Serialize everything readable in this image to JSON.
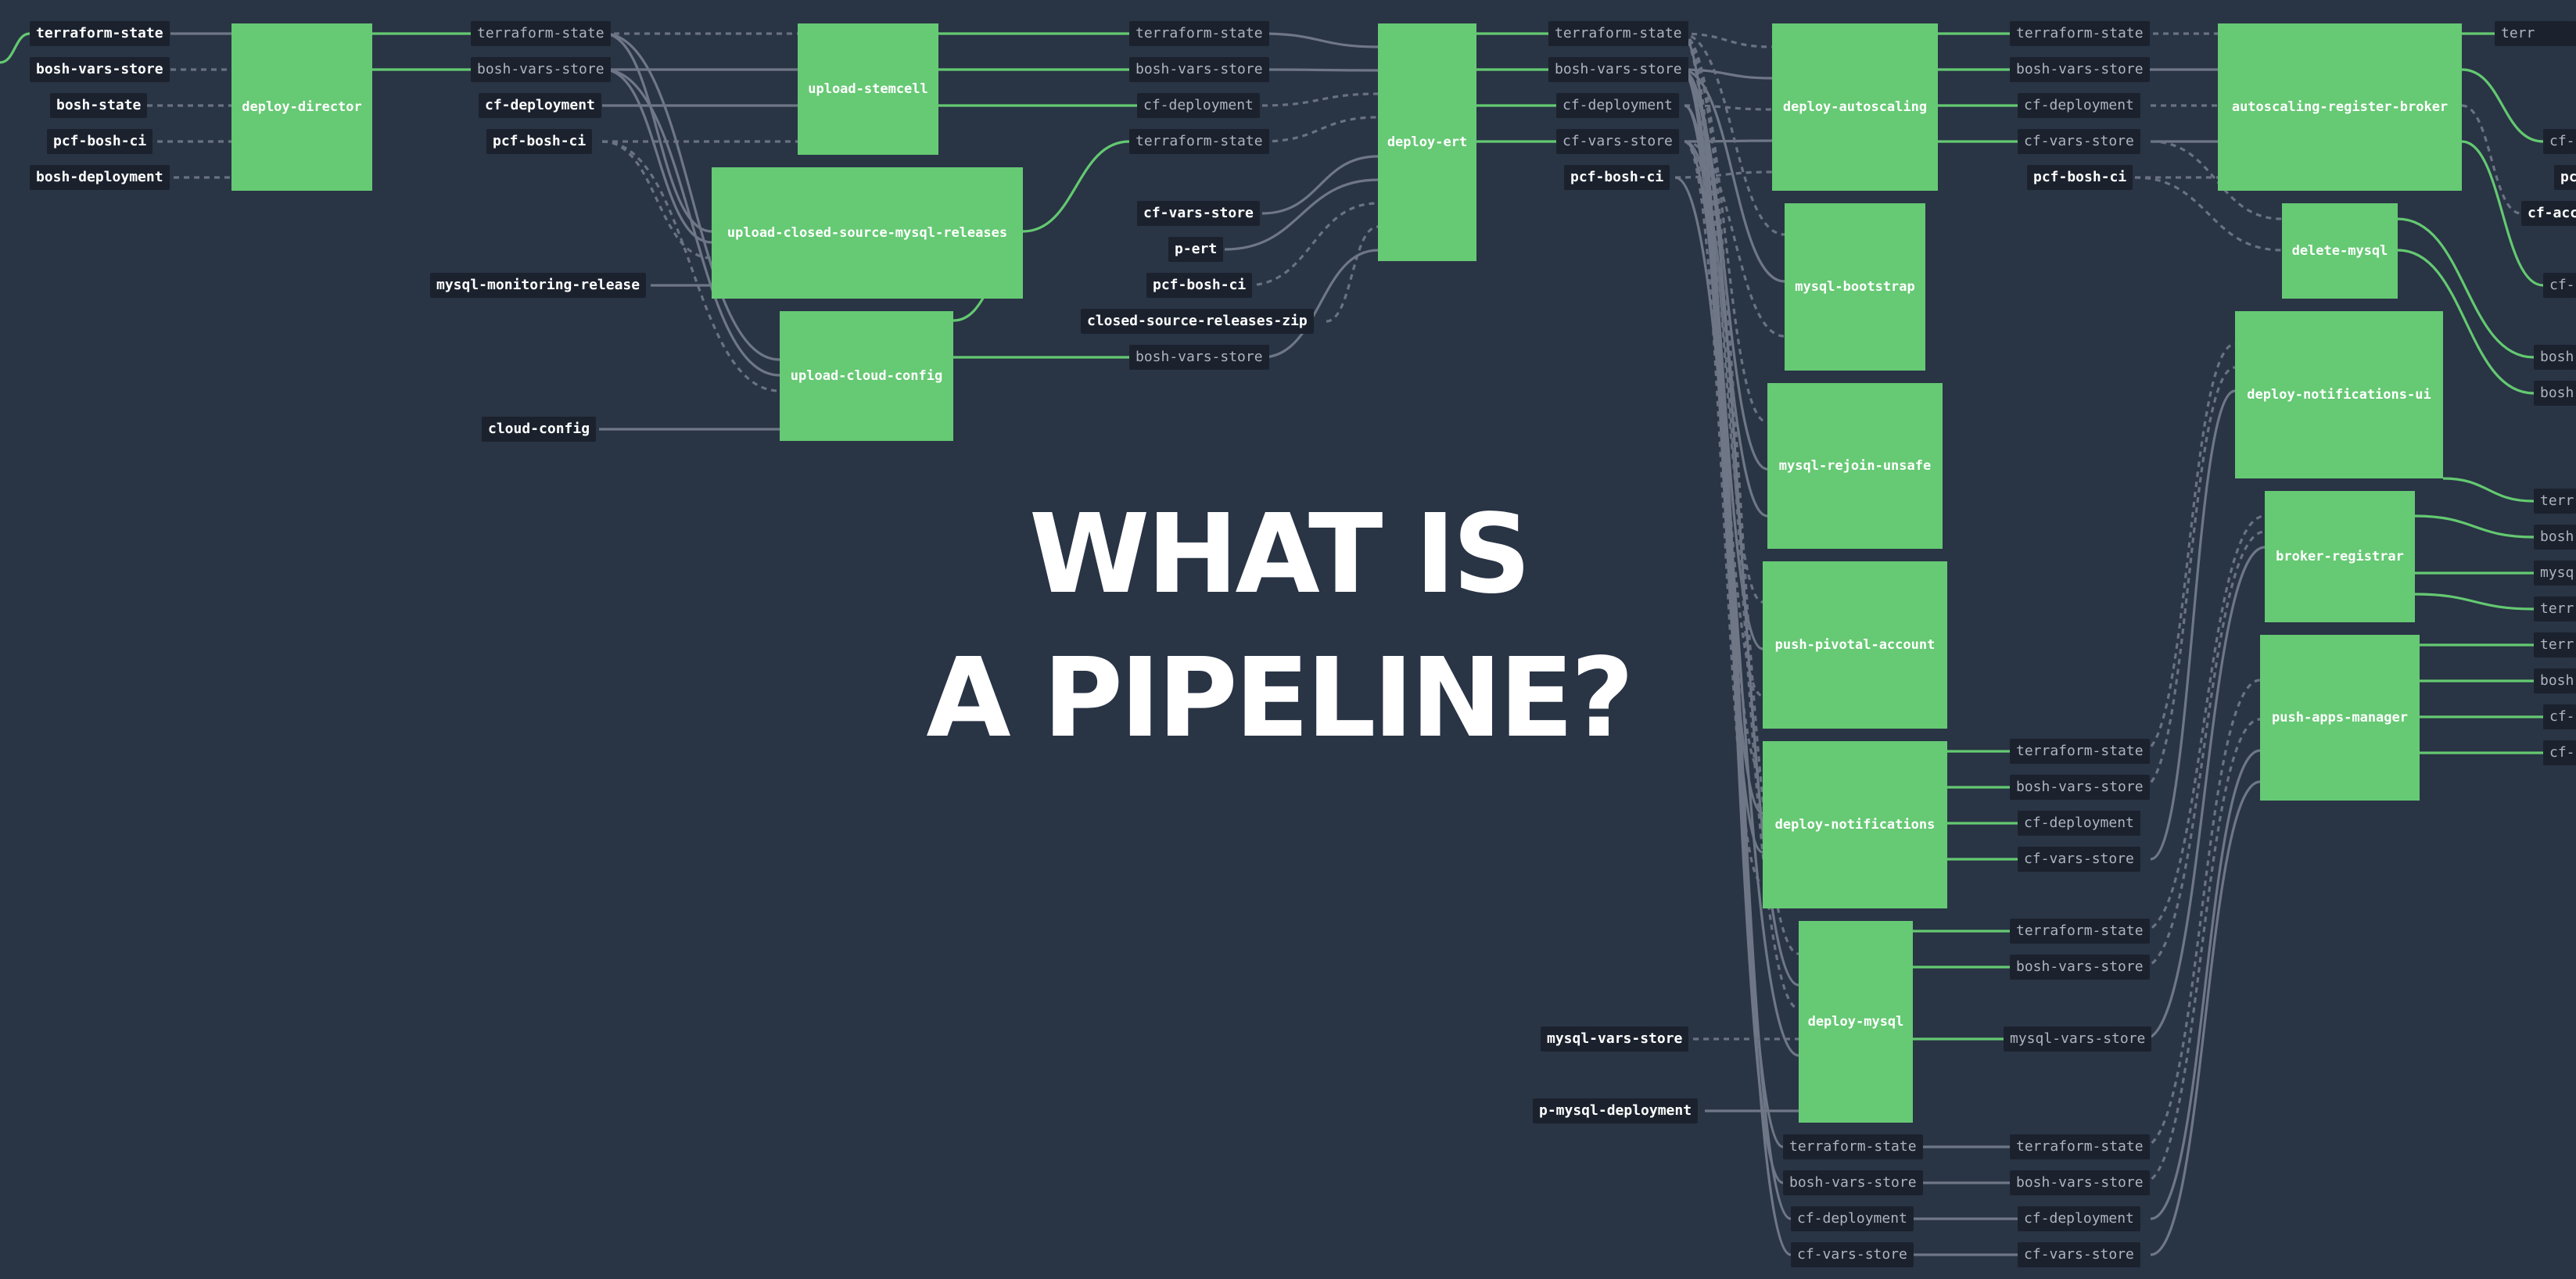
{
  "headline": {
    "line1": "WHAT IS",
    "line2": "A PIPELINE?"
  },
  "colors": {
    "background": "#293445",
    "job": "#66c974",
    "link_green": "#64c971",
    "link_grey": "#6f7787",
    "label_bg": "#1b222e"
  },
  "jobs": [
    {
      "id": "deploy-director",
      "label": "deploy-director"
    },
    {
      "id": "upload-stemcell",
      "label": "upload-stemcell"
    },
    {
      "id": "upload-closed-source-mysql-releases",
      "label": "upload-closed-source-mysql-releases"
    },
    {
      "id": "upload-cloud-config",
      "label": "upload-cloud-config"
    },
    {
      "id": "deploy-ert",
      "label": "deploy-ert"
    },
    {
      "id": "deploy-autoscaling",
      "label": "deploy-autoscaling"
    },
    {
      "id": "mysql-bootstrap",
      "label": "mysql-bootstrap"
    },
    {
      "id": "mysql-rejoin-unsafe",
      "label": "mysql-rejoin-unsafe"
    },
    {
      "id": "push-pivotal-account",
      "label": "push-pivotal-account"
    },
    {
      "id": "deploy-notifications",
      "label": "deploy-notifications"
    },
    {
      "id": "deploy-mysql",
      "label": "deploy-mysql"
    },
    {
      "id": "autoscaling-register-broker",
      "label": "autoscaling-register-broker"
    },
    {
      "id": "delete-mysql",
      "label": "delete-mysql"
    },
    {
      "id": "deploy-notifications-ui",
      "label": "deploy-notifications-ui"
    },
    {
      "id": "broker-registrar",
      "label": "broker-registrar"
    },
    {
      "id": "push-apps-manager",
      "label": "push-apps-manager"
    }
  ],
  "resources": [
    {
      "id": "r1",
      "label": "terraform-state",
      "kind": "input"
    },
    {
      "id": "r2",
      "label": "bosh-vars-store",
      "kind": "input"
    },
    {
      "id": "r3",
      "label": "bosh-state",
      "kind": "input"
    },
    {
      "id": "r4",
      "label": "pcf-bosh-ci",
      "kind": "input"
    },
    {
      "id": "r5",
      "label": "bosh-deployment",
      "kind": "input"
    },
    {
      "id": "r6",
      "label": "terraform-state",
      "kind": "output"
    },
    {
      "id": "r7",
      "label": "bosh-vars-store",
      "kind": "output"
    },
    {
      "id": "r8",
      "label": "cf-deployment",
      "kind": "input"
    },
    {
      "id": "r9",
      "label": "pcf-bosh-ci",
      "kind": "input"
    },
    {
      "id": "r10",
      "label": "mysql-monitoring-release",
      "kind": "input"
    },
    {
      "id": "r11",
      "label": "cloud-config",
      "kind": "input"
    },
    {
      "id": "r12",
      "label": "terraform-state",
      "kind": "output"
    },
    {
      "id": "r13",
      "label": "bosh-vars-store",
      "kind": "output"
    },
    {
      "id": "r14",
      "label": "cf-deployment",
      "kind": "output"
    },
    {
      "id": "r15",
      "label": "terraform-state",
      "kind": "output"
    },
    {
      "id": "r16",
      "label": "cf-vars-store",
      "kind": "input"
    },
    {
      "id": "r17",
      "label": "p-ert",
      "kind": "input"
    },
    {
      "id": "r18",
      "label": "pcf-bosh-ci",
      "kind": "input"
    },
    {
      "id": "r19",
      "label": "closed-source-releases-zip",
      "kind": "input"
    },
    {
      "id": "r20",
      "label": "bosh-vars-store",
      "kind": "output"
    },
    {
      "id": "r21",
      "label": "terraform-state",
      "kind": "output"
    },
    {
      "id": "r22",
      "label": "bosh-vars-store",
      "kind": "output"
    },
    {
      "id": "r23",
      "label": "cf-deployment",
      "kind": "output"
    },
    {
      "id": "r24",
      "label": "cf-vars-store",
      "kind": "output"
    },
    {
      "id": "r25",
      "label": "pcf-bosh-ci",
      "kind": "input"
    },
    {
      "id": "r26",
      "label": "terraform-state",
      "kind": "output"
    },
    {
      "id": "r27",
      "label": "bosh-vars-store",
      "kind": "output"
    },
    {
      "id": "r28",
      "label": "cf-deployment",
      "kind": "output"
    },
    {
      "id": "r29",
      "label": "cf-vars-store",
      "kind": "output"
    },
    {
      "id": "r30",
      "label": "pcf-bosh-ci",
      "kind": "input"
    },
    {
      "id": "r31",
      "label": "terraform-state",
      "kind": "output"
    },
    {
      "id": "r32",
      "label": "bosh-vars-store",
      "kind": "output"
    },
    {
      "id": "r33",
      "label": "cf-deployment",
      "kind": "output"
    },
    {
      "id": "r34",
      "label": "cf-vars-store",
      "kind": "output"
    },
    {
      "id": "r35",
      "label": "terraform-state",
      "kind": "output"
    },
    {
      "id": "r36",
      "label": "bosh-vars-store",
      "kind": "output"
    },
    {
      "id": "r37",
      "label": "mysql-vars-store",
      "kind": "input"
    },
    {
      "id": "r38",
      "label": "mysql-vars-store",
      "kind": "output"
    },
    {
      "id": "r39",
      "label": "p-mysql-deployment",
      "kind": "input"
    },
    {
      "id": "r40",
      "label": "terraform-state",
      "kind": "output"
    },
    {
      "id": "r41",
      "label": "terraform-state",
      "kind": "output"
    },
    {
      "id": "r42",
      "label": "bosh-vars-store",
      "kind": "output"
    },
    {
      "id": "r43",
      "label": "bosh-vars-store",
      "kind": "output"
    },
    {
      "id": "r44",
      "label": "cf-deployment",
      "kind": "output"
    },
    {
      "id": "r45",
      "label": "cf-deployment",
      "kind": "output"
    },
    {
      "id": "r46",
      "label": "cf-vars-store",
      "kind": "output"
    },
    {
      "id": "r47",
      "label": "cf-vars-store",
      "kind": "output"
    },
    {
      "id": "r48",
      "label": "terr",
      "kind": "output"
    },
    {
      "id": "r49",
      "label": "cf-",
      "kind": "output"
    },
    {
      "id": "r50",
      "label": "pc",
      "kind": "input"
    },
    {
      "id": "r51",
      "label": "cf-acc",
      "kind": "input"
    },
    {
      "id": "r52",
      "label": "cf-",
      "kind": "output"
    },
    {
      "id": "r53",
      "label": "bosh",
      "kind": "output"
    },
    {
      "id": "r54",
      "label": "bosh",
      "kind": "output"
    },
    {
      "id": "r55",
      "label": "terr",
      "kind": "output"
    },
    {
      "id": "r56",
      "label": "bosh",
      "kind": "output"
    },
    {
      "id": "r57",
      "label": "mysq",
      "kind": "output"
    },
    {
      "id": "r58",
      "label": "terr",
      "kind": "output"
    },
    {
      "id": "r59",
      "label": "terr",
      "kind": "output"
    },
    {
      "id": "r60",
      "label": "bosh",
      "kind": "output"
    },
    {
      "id": "r61",
      "label": "cf-",
      "kind": "output"
    },
    {
      "id": "r62",
      "label": "cf-",
      "kind": "output"
    }
  ]
}
